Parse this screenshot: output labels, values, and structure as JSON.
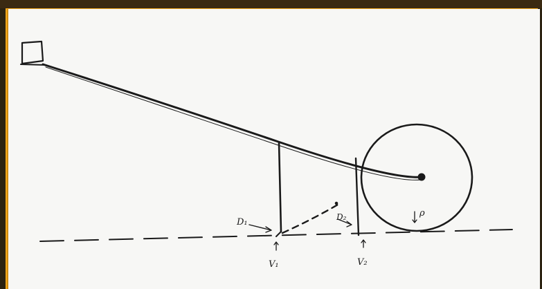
{
  "labels": {
    "d1": "D₁",
    "d2": "D₂",
    "v1": "V₁",
    "v2": "V₂",
    "rho": "ρ"
  },
  "colors": {
    "frame": "#f2a81d",
    "ink": "#1a1a1a",
    "paper": "#f7f7f5"
  }
}
